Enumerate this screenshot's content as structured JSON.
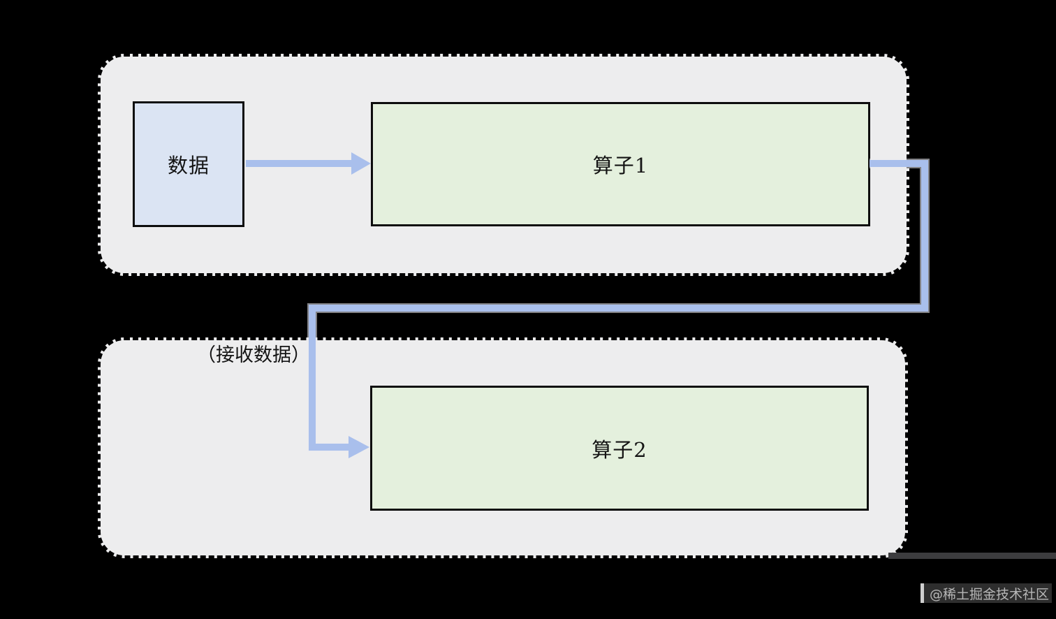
{
  "diagram": {
    "type": "flow-diagram",
    "nodes": {
      "data": {
        "label": "数据",
        "fill": "#dbe4f3"
      },
      "op1": {
        "label": "算子1",
        "fill": "#e4f0dd"
      },
      "op2": {
        "label": "算子2",
        "fill": "#e4f0dd"
      }
    },
    "containers": {
      "top": {
        "contains": [
          "数据",
          "算子1"
        ]
      },
      "bottom": {
        "contains": [
          "算子2"
        ]
      }
    },
    "edges": {
      "data_to_op1": {
        "from": "数据",
        "to": "算子1",
        "label": ""
      },
      "op1_to_op2": {
        "from": "算子1",
        "to": "算子2",
        "label": "（接收数据）"
      }
    },
    "annotation": {
      "receive_label": "（接收数据）"
    },
    "colors": {
      "background": "#000000",
      "container_fill": "#ededee",
      "container_border": "#000000",
      "node_border": "#0d0d0d",
      "data_node_fill": "#dbe4f3",
      "operator_node_fill": "#e4f0dd",
      "connector": "#a9bfec"
    }
  },
  "watermark": {
    "text": "@稀土掘金技术社区"
  }
}
